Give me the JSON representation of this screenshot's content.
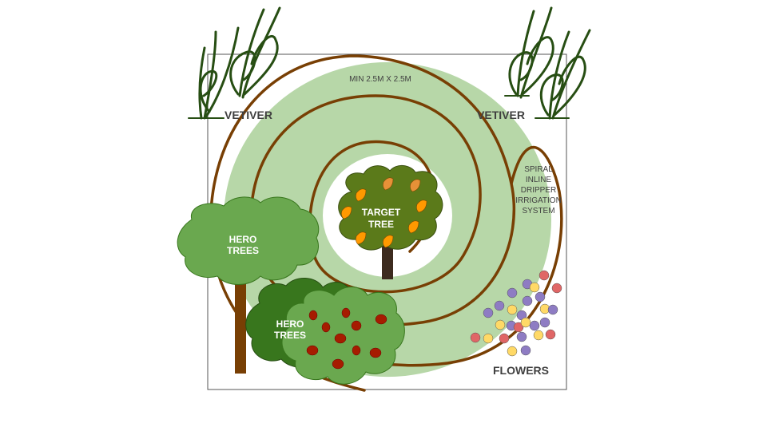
{
  "labels": {
    "size_note": "MIN 2.5M X 2.5M",
    "vetiver_left": "VETIVER",
    "vetiver_right": "VETIVER",
    "irrigation_line1": "SPIRAL",
    "irrigation_line2": "INLINE",
    "irrigation_line3": "DRIPPER",
    "irrigation_line4": "IRRIGATION",
    "irrigation_line5": "SYSTEM",
    "target_line1": "TARGET",
    "target_line2": "TREE",
    "hero_top_line1": "HERO",
    "hero_top_line2": "TREES",
    "hero_bottom_line1": "HERO",
    "hero_bottom_line2": "TREES",
    "flowers": "FLOWERS"
  },
  "colors": {
    "ring_green": "#b7d7a8",
    "spiral_brown": "#783f04",
    "vetiver_green": "#274e13",
    "target_canopy": "#5b7a1a",
    "fruit_orange": "#ff9900",
    "hero_light": "#6aa84f",
    "hero_dark": "#38761d",
    "berry_red": "#a61c00",
    "flower_purple": "#8e7cc3",
    "flower_yellow": "#ffd966",
    "flower_red": "#e06666"
  }
}
